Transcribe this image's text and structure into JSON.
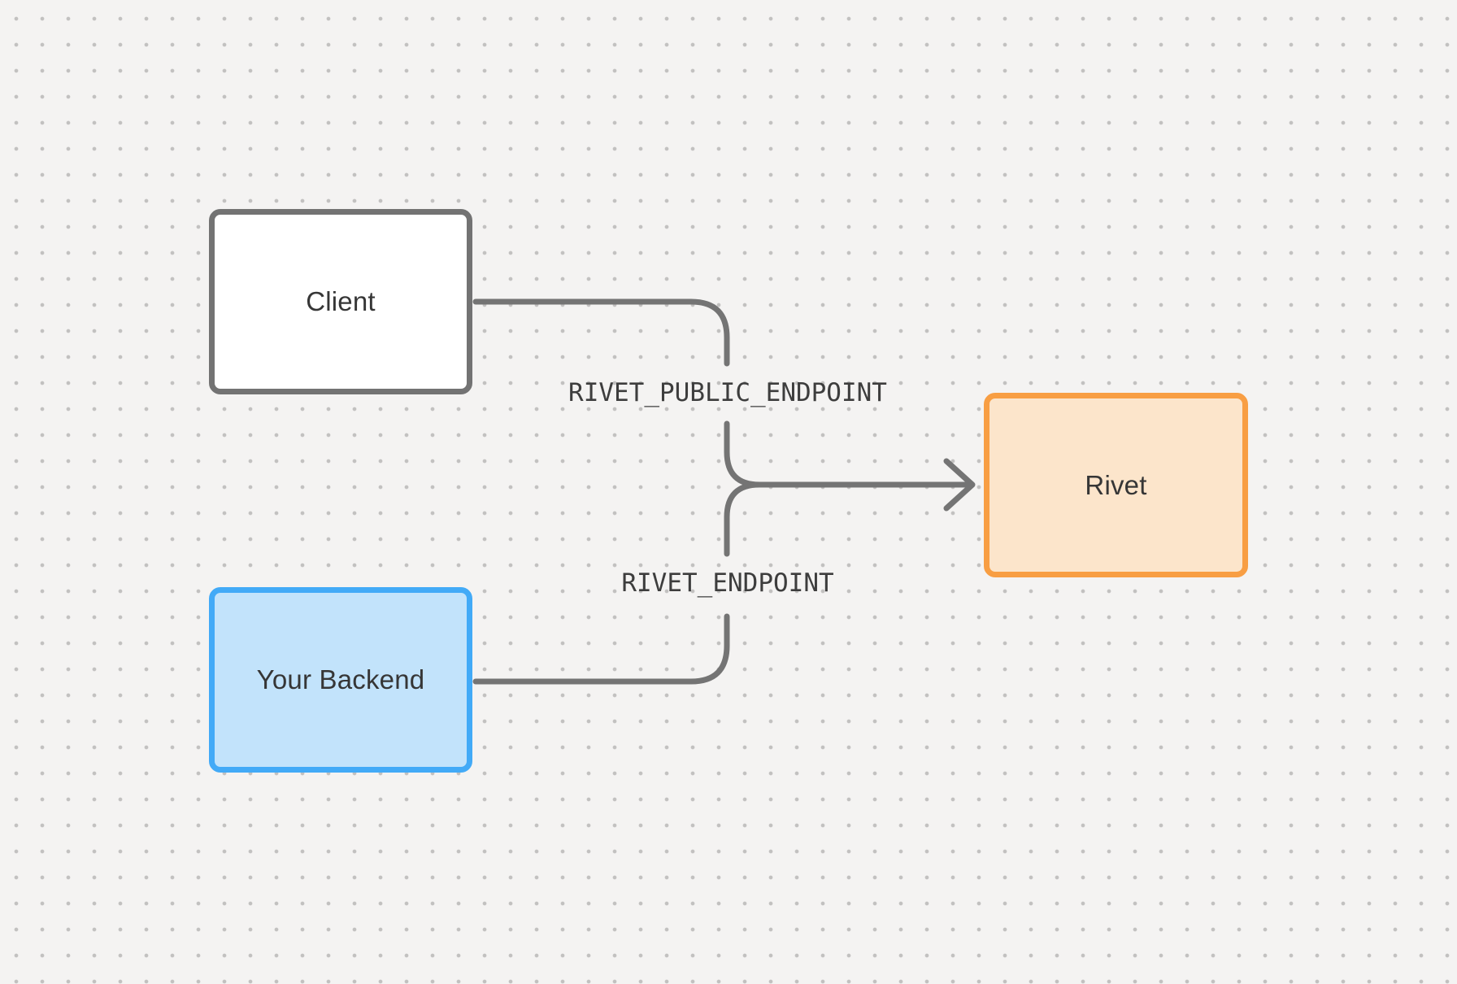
{
  "diagram": {
    "background_color": "#f4f3f2",
    "dot_color": "#c2c1c0",
    "edge_color": "#747474",
    "nodes": [
      {
        "id": "client",
        "label": "Client",
        "fill": "#ffffff",
        "border_color": "#737373"
      },
      {
        "id": "backend",
        "label": "Your Backend",
        "fill": "#c2e3fb",
        "border_color": "#42aaf7"
      },
      {
        "id": "rivet",
        "label": "Rivet",
        "fill": "#fce5cb",
        "border_color": "#f89e43"
      }
    ],
    "edges": [
      {
        "from": "Client",
        "to": "Rivet",
        "label": "RIVET_PUBLIC_ENDPOINT"
      },
      {
        "from": "Your Backend",
        "to": "Rivet",
        "label": "RIVET_ENDPOINT"
      }
    ]
  }
}
